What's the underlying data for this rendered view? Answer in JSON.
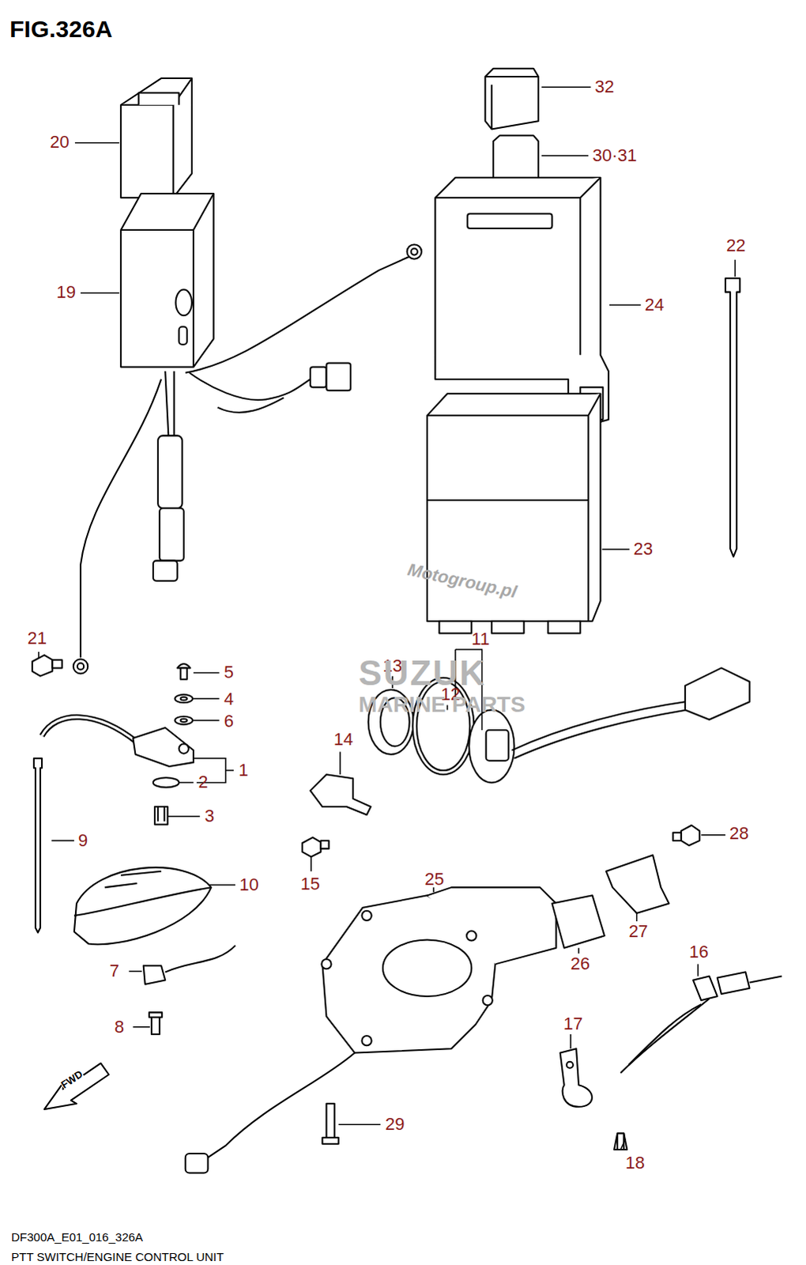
{
  "diagram": {
    "title": "FIG.326A",
    "caption": "PTT SWITCH/ENGINE CONTROL UNIT",
    "labels": [
      "20",
      "32",
      "30·31",
      "19",
      "22",
      "24",
      "23",
      "21",
      "5",
      "4",
      "6",
      "1",
      "2",
      "3",
      "9",
      "10",
      "13",
      "11",
      "12",
      "14",
      "15",
      "25",
      "26",
      "27",
      "28",
      "16",
      "17",
      "18",
      "29",
      "7",
      "8",
      "FWD",
      "DF300A_E01_016_326A",
      "SUZUK",
      "MARINE PARTS",
      "Motogroup.pl"
    ]
  }
}
